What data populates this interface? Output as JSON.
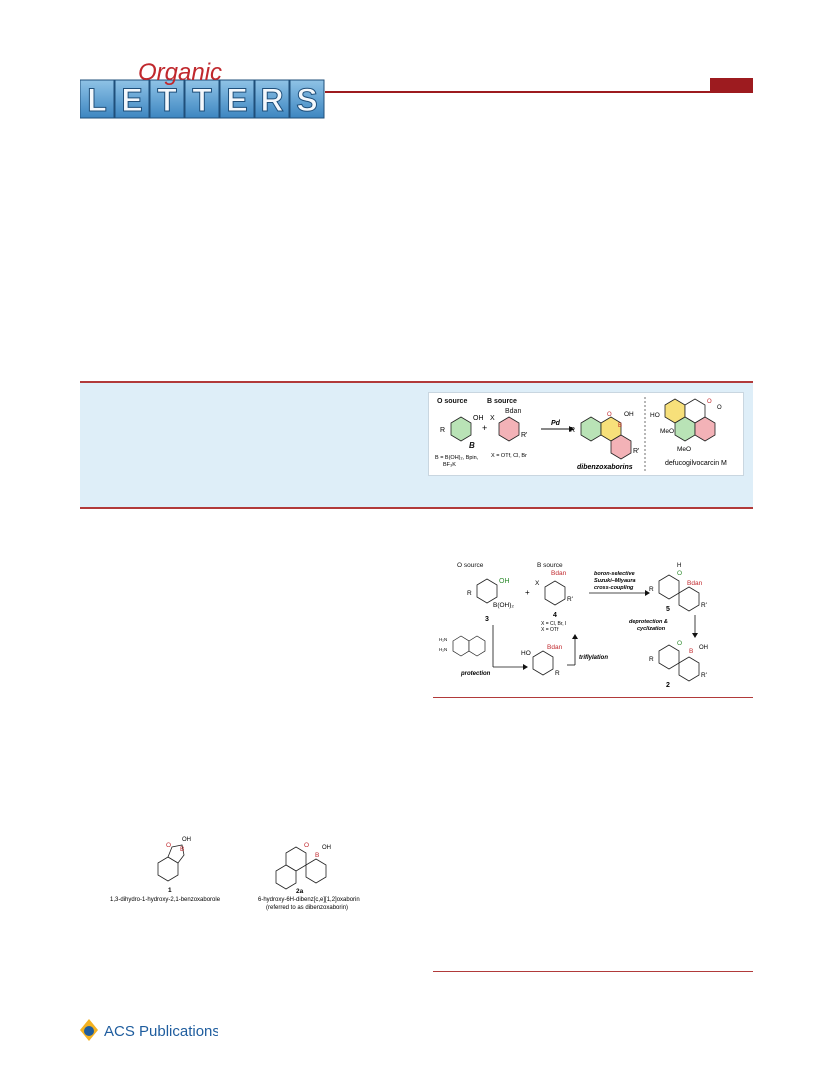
{
  "header": {
    "journal_logo": {
      "top_word": "Organic",
      "letters": [
        "L",
        "E",
        "T",
        "T",
        "E",
        "R",
        "S"
      ]
    },
    "accent_color": "#9d1b1f"
  },
  "toc_graphic": {
    "o_source_label": "O source",
    "b_source_label": "B source",
    "b_symbol": "B",
    "b_note": "B = B(OH)₂, Bpin,",
    "b_note2": "BF₃K",
    "x_note": "X = OTf, Cl, Br",
    "bdan": "Bdan",
    "oh": "OH",
    "x": "X",
    "r": "R",
    "rprime": "R'",
    "pd": "Pd",
    "product_label": "dibenzoxaborins",
    "natural_product_label": "defucogilvocarcin M",
    "ho": "HO",
    "meo1": "MeO",
    "meo2": "MeO",
    "plus": "+",
    "b_ring": "B",
    "o_ring": "O",
    "oh_ring": "OH",
    "o_nat": "O",
    "o_nat2": "O"
  },
  "scheme1": {
    "o_source_label": "O source",
    "b_source_label": "B source",
    "compound3_label": "3",
    "compound4_label": "4",
    "compound5_label": "5",
    "compound2_label": "2",
    "arrow1_text_a": "boron-selective",
    "arrow1_text_b": "Suzuki–Miyaura",
    "arrow1_text_c": "cross-coupling",
    "arrow2_text_a": "deprotection &",
    "arrow2_text_b": "cyclization",
    "protection_label": "protection",
    "triflylation_label": "triflylation",
    "x_note_a": "X = Cl, Br, I",
    "x_note_b": "X = OTf",
    "boh2": "B(OH)₂",
    "bdan": "Bdan",
    "oh": "OH",
    "ho": "HO",
    "r": "R",
    "rprime": "R'",
    "x": "X",
    "h": "H",
    "o": "O",
    "b": "B",
    "nh2_a": "H₂N",
    "nh2_b": "H₂N",
    "plus": "+"
  },
  "figure1": {
    "compound1_label": "1",
    "compound1_name": "1,3-dihydro-1-hydroxy-2,1-benzoxaborole",
    "compound2a_label": "2a",
    "compound2a_name": "6-hydroxy-6H-dibenz[c,e][1,2]oxaborin",
    "compound2a_note": "(referred to as dibenzoxaborin)",
    "oh": "OH",
    "o": "O",
    "b": "B"
  },
  "footer": {
    "publisher": "ACS Publications"
  }
}
